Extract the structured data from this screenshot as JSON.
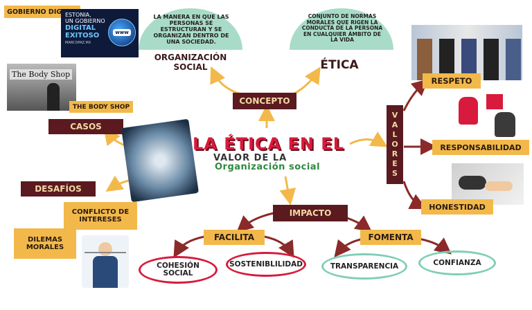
{
  "title": {
    "line1": "LA ÉTICA EN EL",
    "line2": "VALOR DE LA",
    "line3": "Organización social"
  },
  "concepto": "CONCEPTO",
  "organizacion": {
    "text": "LA MANERA EN QUE LAS PERSONAS SE ESTRUCTURAN Y SE ORGANIZAN DENTRO DE UNA SOCIEDAD.",
    "label": "ORGANIZACIÓN SOCIAL"
  },
  "etica": {
    "text": "CONJUNTO DE NORMAS MORALES QUE RIGEN LA CONDUCTA DE LA PERSONA EN CUALQUIER ÁMBITO DE LA VIDA",
    "label": "ÉTICA"
  },
  "valores": {
    "label": "VALORES",
    "items": [
      "RESPETO",
      "RESPONSABILIDAD",
      "HONESTIDAD"
    ]
  },
  "casos": {
    "label": "CASOS",
    "items": [
      "GOBIERNO DIGITAL",
      "THE BODY SHOP"
    ]
  },
  "desafios": {
    "label": "DESAFÍOS",
    "items": [
      "CONFLICTO DE INTERESES",
      "DILEMAS MORALES"
    ]
  },
  "impacto": {
    "label": "IMPACTO",
    "facilita": {
      "label": "FACILITA",
      "items": [
        "COHESIÓN SOCIAL",
        "SOSTENIBLILIDAD"
      ]
    },
    "fomenta": {
      "label": "FOMENTA",
      "items": [
        "TRANSPARENCIA",
        "CONFIANZA"
      ]
    }
  },
  "images": {
    "estonia": {
      "lines": [
        "ESTONIA,",
        "UN GOBIERNO",
        "DIGITAL",
        "EXITOSO"
      ],
      "badge": "www",
      "tag": "MARCOPAZ.MX"
    },
    "bodyshop": "The Body Shop"
  },
  "colors": {
    "maroon": "#5a1a1f",
    "gold": "#f2b94a",
    "mint": "#a9dcc8",
    "red": "#d81b3c",
    "green": "#7fcfb4"
  }
}
